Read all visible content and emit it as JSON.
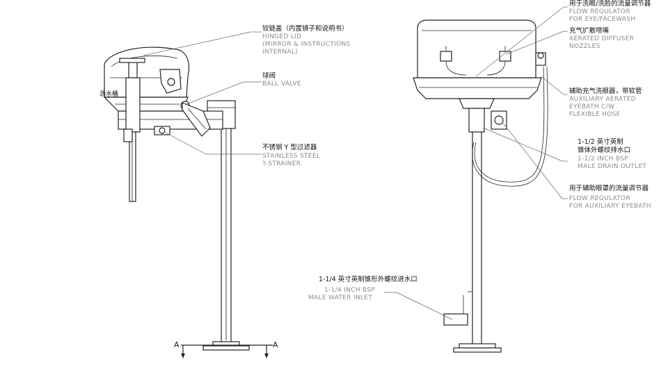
{
  "labels": {
    "hinged_lid": {
      "zh": "铰链盖（内置镜子和说明书）",
      "en1": "HINGED LID",
      "en2": "(MIRROR & INSTRUCTIONS",
      "en3": "INTERNAL)"
    },
    "ball_valve": {
      "zh": "球阀",
      "en1": "BALL VALVE"
    },
    "y_strainer": {
      "zh": "不锈钢 Y 型过滤器",
      "en1": "STAINLESS STEEL",
      "en2": "Y-STRAINER"
    },
    "drain_bucket": {
      "zh": "沥水桶"
    },
    "flow_regulator_eye": {
      "zh": "用于洗眼/洗脸的流量调节器",
      "en1": "FLOW REGULATOR",
      "en2": "FOR EYE/FACEWASH"
    },
    "aerated_nozzles": {
      "zh": "充气扩散喷嘴",
      "en1": "AERATED DIFFUSER",
      "en2": "NOZZLES"
    },
    "aux_eyebath": {
      "zh": "辅助充气洗眼器，带软管",
      "en1": "AUXILIARY AERATED",
      "en2": "EYEBATH C/W",
      "en3": "FLEXIBLE HOSE"
    },
    "drain_outlet": {
      "zh1": "1-1/2 英寸英制",
      "zh2": "锥体外螺纹排水口",
      "en1": "1-1/2 INCH BSP",
      "en2": "MALE DRAIN OUTLET"
    },
    "flow_regulator_aux": {
      "zh": "用于辅助眼罩的流量调节器",
      "en1": "FLOW REGULATOR",
      "en2": "FOR AUXILIARY EYEBATH"
    },
    "water_inlet": {
      "zh": "1-1/4 英寸英制锥形外螺纹进水口",
      "en1": "1-1/4 INCH BSP",
      "en2": "MALE WATER INLET"
    }
  },
  "section_marks": {
    "left": "A",
    "right": "A"
  }
}
